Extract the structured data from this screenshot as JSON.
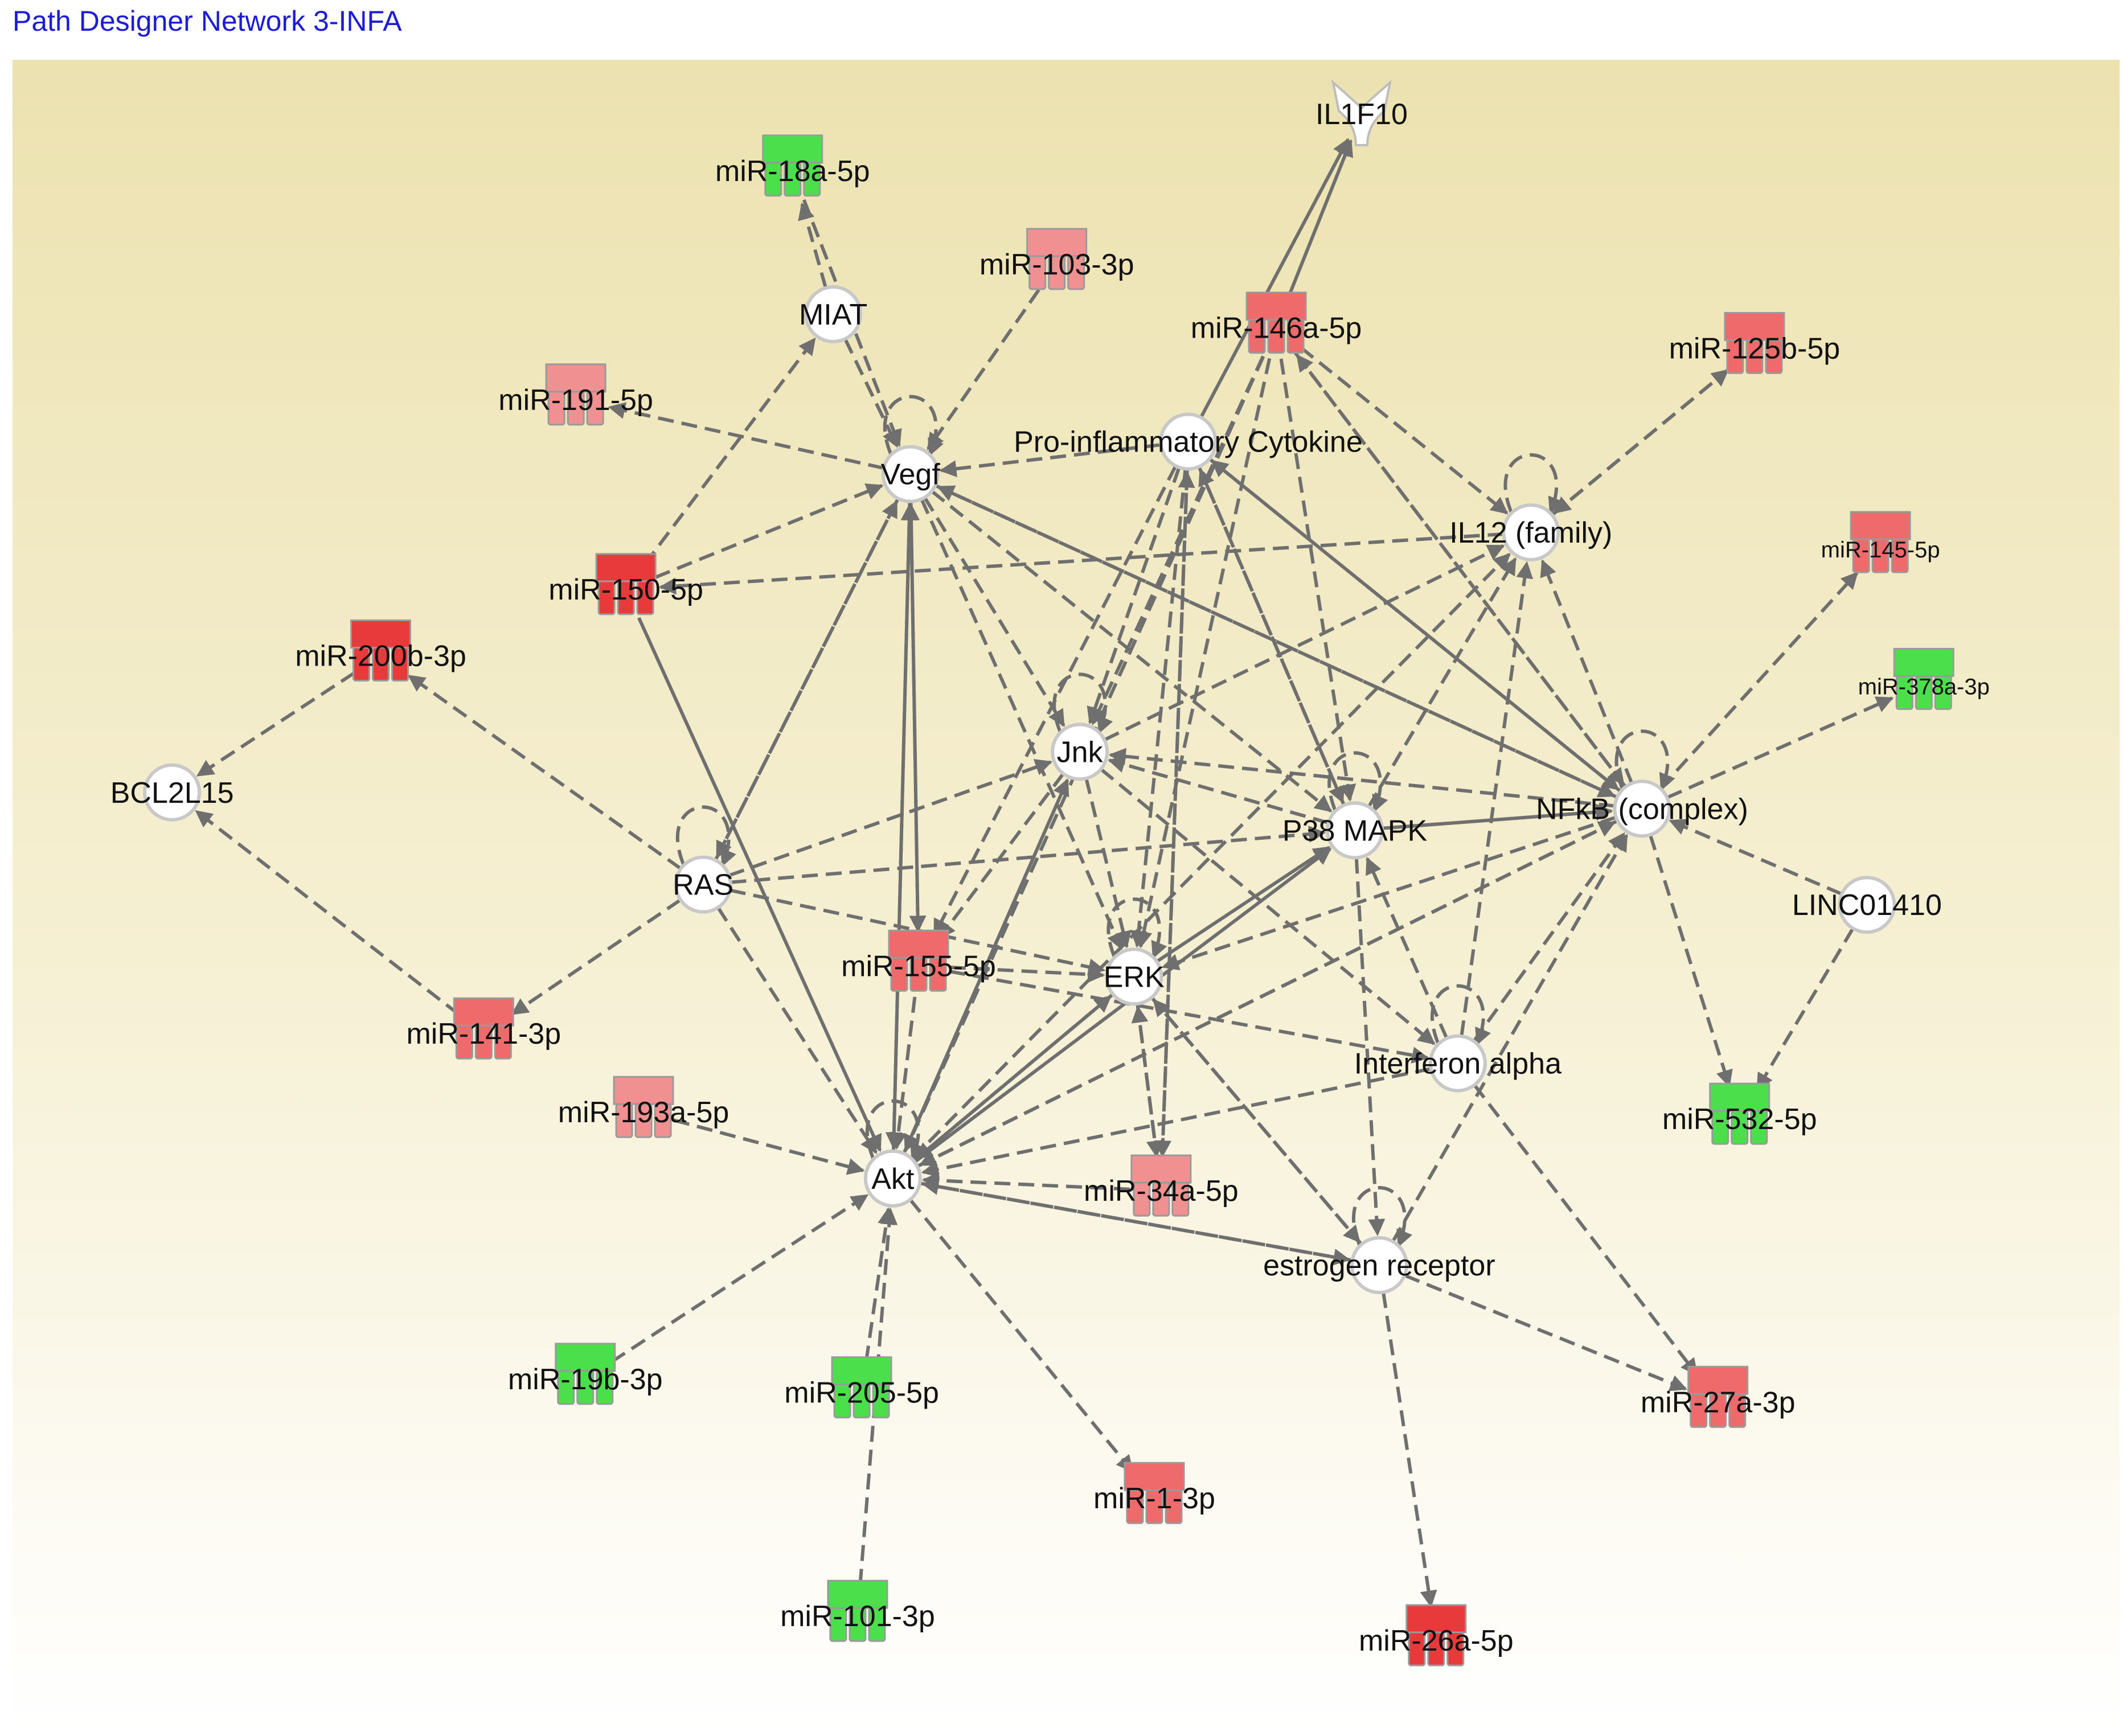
{
  "title": "Path Designer Network 3-INFA",
  "colors": {
    "panel_top": "#ede3b1",
    "panel_bottom": "#ffffff",
    "edge": "#6f6f6f",
    "red_strong": "#e83a3a",
    "red_medium": "#ef6a6a",
    "red_light": "#f19090",
    "green": "#4be04b",
    "title": "#1c1cd6"
  },
  "nodes": [
    {
      "id": "IL1F10",
      "label": "IL1F10",
      "shape": "cytokine"
    },
    {
      "id": "miR-18a-5p",
      "label": "miR-18a-5p",
      "shape": "mirna",
      "color": "green"
    },
    {
      "id": "miR-103-3p",
      "label": "miR-103-3p",
      "shape": "mirna",
      "color": "red_light"
    },
    {
      "id": "MIAT",
      "label": "MIAT",
      "shape": "circle"
    },
    {
      "id": "miR-146a-5p",
      "label": "miR-146a-5p",
      "shape": "mirna",
      "color": "red_medium"
    },
    {
      "id": "miR-125b-5p",
      "label": "miR-125b-5p",
      "shape": "mirna",
      "color": "red_medium"
    },
    {
      "id": "miR-191-5p",
      "label": "miR-191-5p",
      "shape": "mirna",
      "color": "red_light"
    },
    {
      "id": "Vegf",
      "label": "Vegf",
      "shape": "circle"
    },
    {
      "id": "Pro-inflammatory Cytokine",
      "label": "Pro-inflammatory Cytokine",
      "shape": "circle"
    },
    {
      "id": "IL12 (family)",
      "label": "IL12 (family)",
      "shape": "circle"
    },
    {
      "id": "miR-145-5p",
      "label": "miR-145-5p",
      "shape": "mirna",
      "color": "red_medium"
    },
    {
      "id": "miR-150-5p",
      "label": "miR-150-5p",
      "shape": "mirna",
      "color": "red_strong"
    },
    {
      "id": "miR-200b-3p",
      "label": "miR-200b-3p",
      "shape": "mirna",
      "color": "red_strong"
    },
    {
      "id": "miR-378a-3p",
      "label": "miR-378a-3p",
      "shape": "mirna",
      "color": "green"
    },
    {
      "id": "Jnk",
      "label": "Jnk",
      "shape": "circle"
    },
    {
      "id": "BCL2L15",
      "label": "BCL2L15",
      "shape": "circle"
    },
    {
      "id": "NFkB (complex)",
      "label": "NFkB (complex)",
      "shape": "circle"
    },
    {
      "id": "P38 MAPK",
      "label": "P38 MAPK",
      "shape": "circle"
    },
    {
      "id": "RAS",
      "label": "RAS",
      "shape": "circle"
    },
    {
      "id": "LINC01410",
      "label": "LINC01410",
      "shape": "circle"
    },
    {
      "id": "miR-155-5p",
      "label": "miR-155-5p",
      "shape": "mirna",
      "color": "red_medium"
    },
    {
      "id": "ERK",
      "label": "ERK",
      "shape": "circle"
    },
    {
      "id": "miR-141-3p",
      "label": "miR-141-3p",
      "shape": "mirna",
      "color": "red_medium"
    },
    {
      "id": "Interferon alpha",
      "label": "Interferon alpha",
      "shape": "circle"
    },
    {
      "id": "miR-193a-5p",
      "label": "miR-193a-5p",
      "shape": "mirna",
      "color": "red_light"
    },
    {
      "id": "miR-532-5p",
      "label": "miR-532-5p",
      "shape": "mirna",
      "color": "green"
    },
    {
      "id": "Akt",
      "label": "Akt",
      "shape": "circle"
    },
    {
      "id": "miR-34a-5p",
      "label": "miR-34a-5p",
      "shape": "mirna",
      "color": "red_light"
    },
    {
      "id": "estrogen receptor",
      "label": "estrogen receptor",
      "shape": "circle"
    },
    {
      "id": "miR-19b-3p",
      "label": "miR-19b-3p",
      "shape": "mirna",
      "color": "green"
    },
    {
      "id": "miR-205-5p",
      "label": "miR-205-5p",
      "shape": "mirna",
      "color": "green"
    },
    {
      "id": "miR-27a-3p",
      "label": "miR-27a-3p",
      "shape": "mirna",
      "color": "red_medium"
    },
    {
      "id": "miR-1-3p",
      "label": "miR-1-3p",
      "shape": "mirna",
      "color": "red_medium"
    },
    {
      "id": "miR-101-3p",
      "label": "miR-101-3p",
      "shape": "mirna",
      "color": "green"
    },
    {
      "id": "miR-26a-5p",
      "label": "miR-26a-5p",
      "shape": "mirna",
      "color": "red_strong"
    }
  ],
  "self_loops": [
    "Vegf",
    "IL12 (family)",
    "Jnk",
    "RAS",
    "P38 MAPK",
    "NFkB (complex)",
    "ERK",
    "Interferon alpha",
    "Akt",
    "estrogen receptor"
  ],
  "edges": [
    {
      "from": "MIAT",
      "to": "miR-18a-5p"
    },
    {
      "from": "MIAT",
      "to": "Vegf"
    },
    {
      "from": "miR-18a-5p",
      "to": "Vegf"
    },
    {
      "from": "miR-103-3p",
      "to": "Vegf"
    },
    {
      "from": "Vegf",
      "to": "miR-191-5p"
    },
    {
      "from": "miR-150-5p",
      "to": "MIAT"
    },
    {
      "from": "miR-150-5p",
      "to": "Vegf"
    },
    {
      "from": "Pro-inflammatory Cytokine",
      "to": "Vegf"
    },
    {
      "from": "Pro-inflammatory Cytokine",
      "to": "IL1F10",
      "style": "solid"
    },
    {
      "from": "miR-146a-5p",
      "to": "IL1F10",
      "style": "solid"
    },
    {
      "from": "miR-146a-5p",
      "to": "IL12 (family)"
    },
    {
      "from": "miR-146a-5p",
      "to": "NFkB (complex)"
    },
    {
      "from": "miR-146a-5p",
      "to": "P38 MAPK"
    },
    {
      "from": "miR-146a-5p",
      "to": "Jnk"
    },
    {
      "from": "miR-146a-5p",
      "to": "ERK"
    },
    {
      "from": "miR-146a-5p",
      "to": "Akt"
    },
    {
      "from": "NFkB (complex)",
      "to": "miR-146a-5p"
    },
    {
      "from": "IL12 (family)",
      "to": "miR-125b-5p"
    },
    {
      "from": "miR-125b-5p",
      "to": "IL12 (family)"
    },
    {
      "from": "IL12 (family)",
      "to": "miR-150-5p"
    },
    {
      "from": "Vegf",
      "to": "P38 MAPK"
    },
    {
      "from": "Vegf",
      "to": "NFkB (complex)"
    },
    {
      "from": "Vegf",
      "to": "ERK"
    },
    {
      "from": "Vegf",
      "to": "Jnk"
    },
    {
      "from": "Vegf",
      "to": "RAS"
    },
    {
      "from": "Vegf",
      "to": "miR-155-5p"
    },
    {
      "from": "miR-155-5p",
      "to": "Vegf"
    },
    {
      "from": "Vegf",
      "to": "Akt"
    },
    {
      "from": "Akt",
      "to": "Vegf"
    },
    {
      "from": "RAS",
      "to": "Vegf"
    },
    {
      "from": "miR-150-5p",
      "to": "Akt",
      "style": "solid"
    },
    {
      "from": "miR-200b-3p",
      "to": "BCL2L15"
    },
    {
      "from": "RAS",
      "to": "miR-200b-3p"
    },
    {
      "from": "miR-141-3p",
      "to": "BCL2L15"
    },
    {
      "from": "RAS",
      "to": "miR-141-3p"
    },
    {
      "from": "RAS",
      "to": "Jnk"
    },
    {
      "from": "RAS",
      "to": "P38 MAPK"
    },
    {
      "from": "RAS",
      "to": "ERK"
    },
    {
      "from": "RAS",
      "to": "Akt"
    },
    {
      "from": "NFkB (complex)",
      "to": "Vegf"
    },
    {
      "from": "NFkB (complex)",
      "to": "miR-145-5p"
    },
    {
      "from": "NFkB (complex)",
      "to": "miR-378a-3p"
    },
    {
      "from": "NFkB (complex)",
      "to": "Pro-inflammatory Cytokine"
    },
    {
      "from": "NFkB (complex)",
      "to": "IL12 (family)"
    },
    {
      "from": "NFkB (complex)",
      "to": "Jnk"
    },
    {
      "from": "NFkB (complex)",
      "to": "ERK"
    },
    {
      "from": "NFkB (complex)",
      "to": "Akt"
    },
    {
      "from": "NFkB (complex)",
      "to": "miR-532-5p"
    },
    {
      "from": "LINC01410",
      "to": "NFkB (complex)"
    },
    {
      "from": "LINC01410",
      "to": "miR-532-5p"
    },
    {
      "from": "P38 MAPK",
      "to": "NFkB (complex)",
      "style": "solid"
    },
    {
      "from": "P38 MAPK",
      "to": "IL12 (family)"
    },
    {
      "from": "P38 MAPK",
      "to": "Pro-inflammatory Cytokine"
    },
    {
      "from": "P38 MAPK",
      "to": "Jnk"
    },
    {
      "from": "P38 MAPK",
      "to": "estrogen receptor"
    },
    {
      "from": "ERK",
      "to": "P38 MAPK",
      "style": "solid"
    },
    {
      "from": "Jnk",
      "to": "ERK"
    },
    {
      "from": "Jnk",
      "to": "IL12 (family)"
    },
    {
      "from": "Jnk",
      "to": "miR-155-5p"
    },
    {
      "from": "Jnk",
      "to": "Interferon alpha"
    },
    {
      "from": "Pro-inflammatory Cytokine",
      "to": "Jnk"
    },
    {
      "from": "Pro-inflammatory Cytokine",
      "to": "ERK"
    },
    {
      "from": "Pro-inflammatory Cytokine",
      "to": "miR-155-5p"
    },
    {
      "from": "Pro-inflammatory Cytokine",
      "to": "miR-34a-5p"
    },
    {
      "from": "Pro-inflammatory Cytokine",
      "to": "P38 MAPK"
    },
    {
      "from": "Pro-inflammatory Cytokine",
      "to": "NFkB (complex)"
    },
    {
      "from": "miR-34a-5p",
      "to": "Pro-inflammatory Cytokine"
    },
    {
      "from": "Akt",
      "to": "Jnk",
      "style": "solid"
    },
    {
      "from": "Akt",
      "to": "ERK",
      "style": "solid"
    },
    {
      "from": "Akt",
      "to": "P38 MAPK",
      "style": "solid"
    },
    {
      "from": "Akt",
      "to": "IL12 (family)"
    },
    {
      "from": "Akt",
      "to": "NFkB (complex)"
    },
    {
      "from": "Akt",
      "to": "miR-1-3p"
    },
    {
      "from": "Akt",
      "to": "estrogen receptor"
    },
    {
      "from": "ERK",
      "to": "Akt"
    },
    {
      "from": "Interferon alpha",
      "to": "Akt"
    },
    {
      "from": "Interferon alpha",
      "to": "NFkB (complex)"
    },
    {
      "from": "Interferon alpha",
      "to": "IL12 (family)"
    },
    {
      "from": "Interferon alpha",
      "to": "P38 MAPK"
    },
    {
      "from": "Interferon alpha",
      "to": "miR-27a-3p"
    },
    {
      "from": "miR-155-5p",
      "to": "ERK"
    },
    {
      "from": "miR-155-5p",
      "to": "Akt"
    },
    {
      "from": "miR-155-5p",
      "to": "Interferon alpha"
    },
    {
      "from": "ERK",
      "to": "miR-34a-5p"
    },
    {
      "from": "miR-34a-5p",
      "to": "ERK"
    },
    {
      "from": "ERK",
      "to": "estrogen receptor"
    },
    {
      "from": "estrogen receptor",
      "to": "ERK"
    },
    {
      "from": "miR-34a-5p",
      "to": "Akt"
    },
    {
      "from": "estrogen receptor",
      "to": "Akt"
    },
    {
      "from": "estrogen receptor",
      "to": "NFkB (complex)"
    },
    {
      "from": "estrogen receptor",
      "to": "miR-27a-3p"
    },
    {
      "from": "estrogen receptor",
      "to": "miR-26a-5p"
    },
    {
      "from": "miR-193a-5p",
      "to": "Akt"
    },
    {
      "from": "miR-19b-3p",
      "to": "Akt"
    },
    {
      "from": "miR-205-5p",
      "to": "Akt"
    },
    {
      "from": "miR-101-3p",
      "to": "Akt"
    }
  ]
}
